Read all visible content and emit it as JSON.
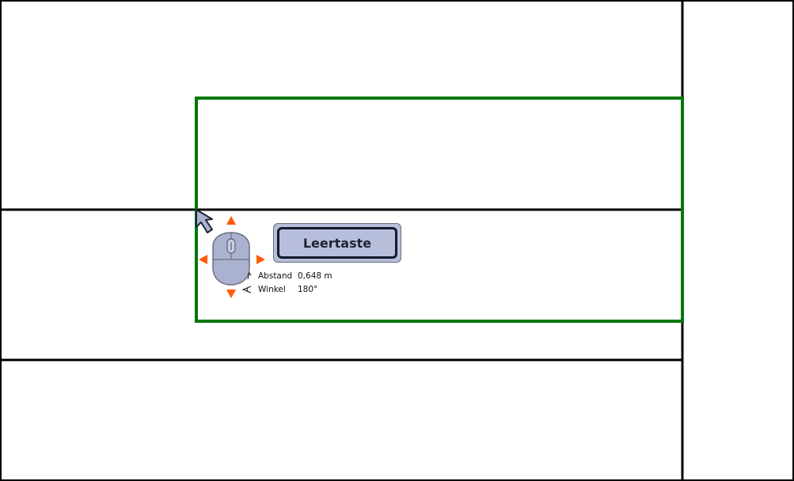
{
  "space_key": {
    "label": "Leertaste"
  },
  "measurements": {
    "distance": {
      "label": "Abstand",
      "value": "0,648 m"
    },
    "angle": {
      "label": "Winkel",
      "value": "180°"
    }
  },
  "colors": {
    "selection": "#00780a",
    "walls": "#000000",
    "arrows": "#ff5a0a",
    "mouse_fill": "#aab2cf",
    "key_fill": "#b7bedb",
    "cursor_fill": "#aab2cf"
  },
  "icons": {
    "cursor": "arrow-cursor-icon",
    "mouse": "mouse-icon",
    "arrows": "direction-arrows-icon",
    "distance": "distance-icon",
    "angle": "angle-icon"
  }
}
